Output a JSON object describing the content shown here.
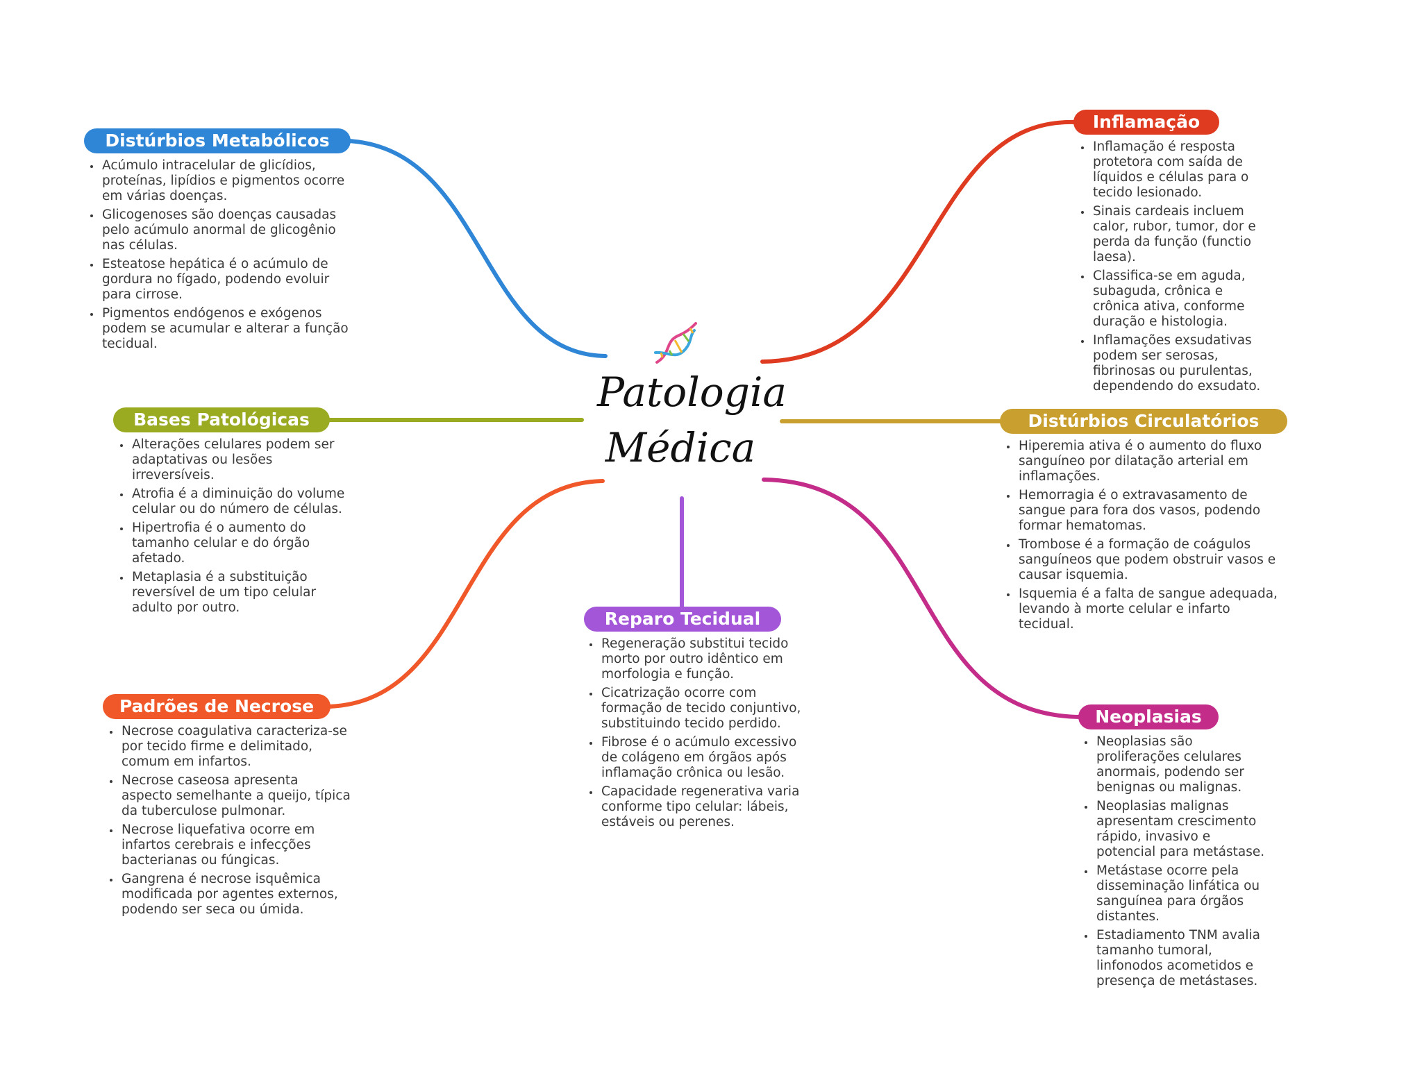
{
  "center": {
    "title_line1": "Patologia",
    "title_line2": "Médica",
    "icon": "dna-icon"
  },
  "colors": {
    "metabolicos": "#2f86d6",
    "bases": "#9aab22",
    "necrose": "#f0582a",
    "reparo": "#a356d8",
    "inflamacao": "#df3b20",
    "circulatorios": "#c9a02f",
    "neoplasias": "#c42c8a"
  },
  "branches": {
    "metabolicos": {
      "label": "Distúrbios Metabólicos",
      "items": [
        "Acúmulo intracelular de glicídios, proteínas, lipídios e pigmentos ocorre em várias doenças.",
        "Glicogenoses são doenças causadas pelo acúmulo anormal de glicogênio nas células.",
        "Esteatose hepática é o acúmulo de gordura no fígado, podendo evoluir para cirrose.",
        "Pigmentos endógenos e exógenos podem se acumular e alterar a função tecidual."
      ]
    },
    "bases": {
      "label": "Bases Patológicas",
      "items": [
        "Alterações celulares podem ser adaptativas ou lesões irreversíveis.",
        "Atrofia é a diminuição do volume celular ou do número de células.",
        "Hipertrofia é o aumento do tamanho celular e do órgão afetado.",
        "Metaplasia é a substituição reversível de um tipo celular adulto por outro."
      ]
    },
    "necrose": {
      "label": "Padrões de Necrose",
      "items": [
        "Necrose coagulativa caracteriza-se por tecido firme e delimitado, comum em infartos.",
        "Necrose caseosa apresenta aspecto semelhante a queijo, típica da tuberculose pulmonar.",
        "Necrose liquefativa ocorre em infartos cerebrais e infecções bacterianas ou fúngicas.",
        "Gangrena é necrose isquêmica modificada por agentes externos, podendo ser seca ou úmida."
      ]
    },
    "reparo": {
      "label": "Reparo Tecidual",
      "items": [
        "Regeneração substitui tecido morto por outro idêntico em morfologia e função.",
        "Cicatrização ocorre com formação de tecido conjuntivo, substituindo tecido perdido.",
        "Fibrose é o acúmulo excessivo de colágeno em órgãos após inflamação crônica ou lesão.",
        "Capacidade regenerativa varia conforme tipo celular: lábeis, estáveis ou perenes."
      ]
    },
    "inflamacao": {
      "label": "Inflamação",
      "items": [
        "Inflamação é resposta protetora com saída de líquidos e células para o tecido lesionado.",
        "Sinais cardeais incluem calor, rubor, tumor, dor e perda da função (functio laesa).",
        "Classifica-se em aguda, subaguda, crônica e crônica ativa, conforme duração e histologia.",
        "Inflamações exsudativas podem ser serosas, fibrinosas ou purulentas, dependendo do exsudato."
      ]
    },
    "circulatorios": {
      "label": "Distúrbios Circulatórios",
      "items": [
        "Hiperemia ativa é o aumento do fluxo sanguíneo por dilatação arterial em inflamações.",
        "Hemorragia é o extravasamento de sangue para fora dos vasos, podendo formar hematomas.",
        "Trombose é a formação de coágulos sanguíneos que podem obstruir vasos e causar isquemia.",
        "Isquemia é a falta de sangue adequada, levando à morte celular e infarto tecidual."
      ]
    },
    "neoplasias": {
      "label": "Neoplasias",
      "items": [
        "Neoplasias são proliferações celulares anormais, podendo ser benignas ou malignas.",
        "Neoplasias malignas apresentam crescimento rápido, invasivo e potencial para metástase.",
        "Metástase ocorre pela disseminação linfática ou sanguínea para órgãos distantes.",
        "Estadiamento TNM avalia tamanho tumoral, linfonodos acometidos e presença de metástases."
      ]
    }
  }
}
